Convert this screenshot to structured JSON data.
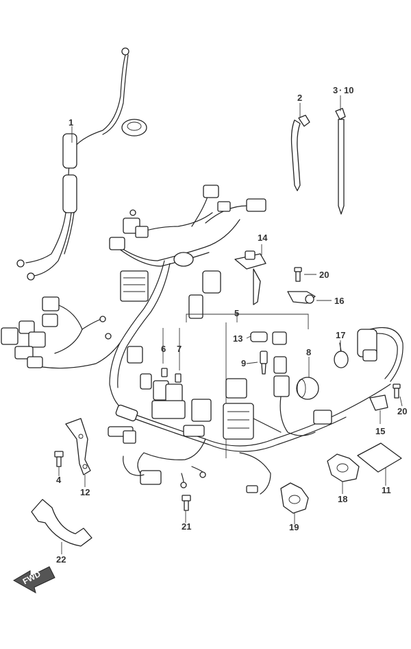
{
  "diagram": {
    "callouts": {
      "c1": "1",
      "c2": "2",
      "c3": "3",
      "c3sep": "·",
      "c10": "10",
      "c4": "4",
      "c5": "5",
      "c6": "6",
      "c7": "7",
      "c8": "8",
      "c9": "9",
      "c11": "11",
      "c12": "12",
      "c13": "13",
      "c14": "14",
      "c15": "15",
      "c16": "16",
      "c17": "17",
      "c18": "18",
      "c19": "19",
      "c20a": "20",
      "c20b": "20",
      "c21": "21",
      "c22": "22"
    },
    "fwd_label": "FWD"
  }
}
